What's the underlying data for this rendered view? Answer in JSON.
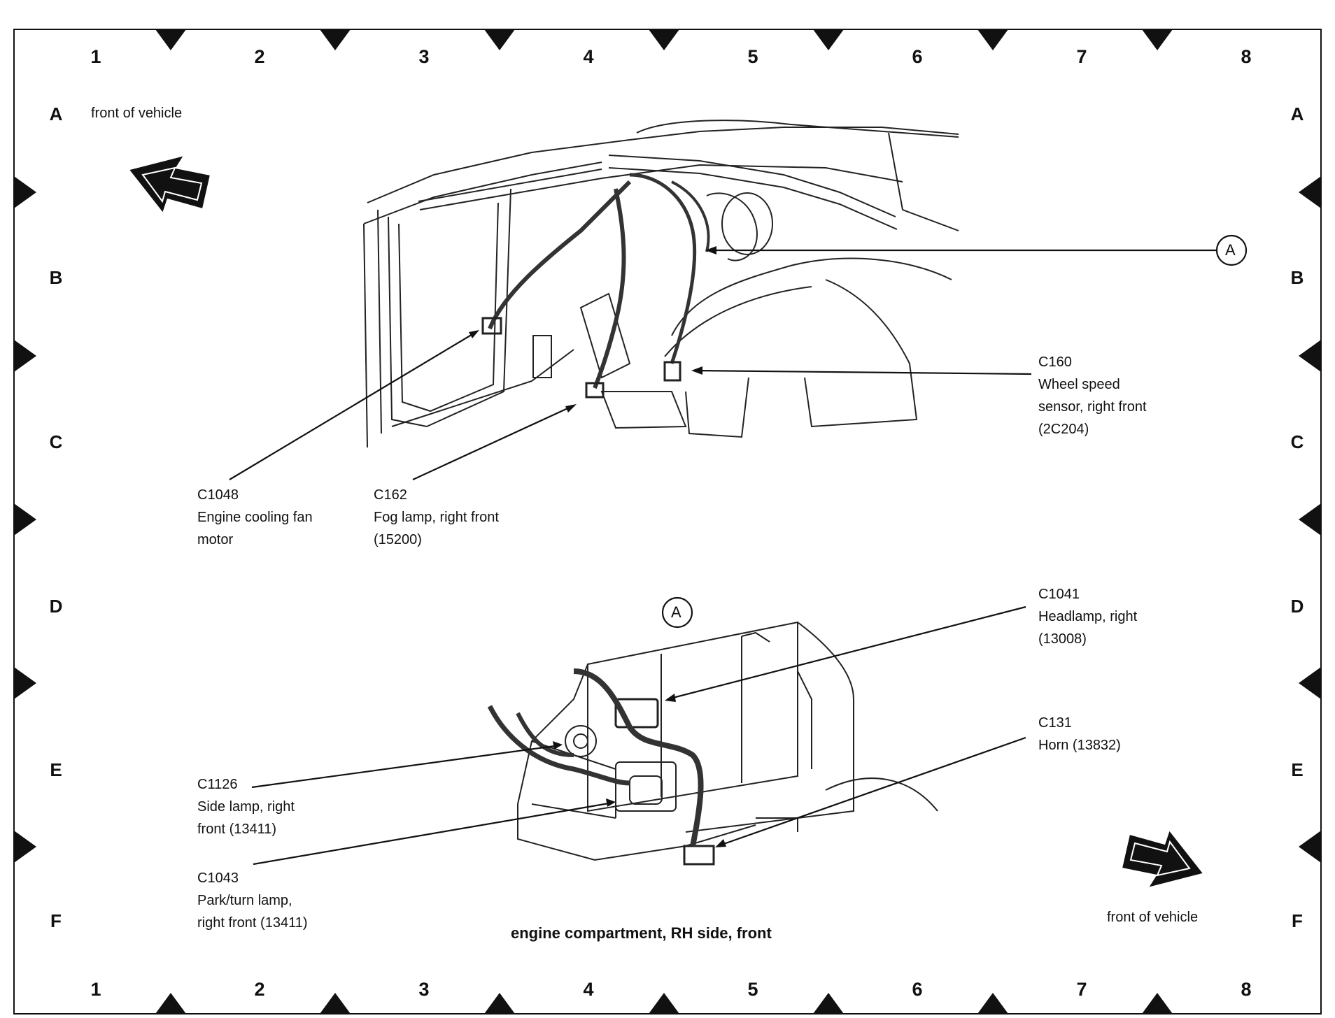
{
  "grid": {
    "columns": [
      "1",
      "2",
      "3",
      "4",
      "5",
      "6",
      "7",
      "8"
    ],
    "rows": [
      "A",
      "B",
      "C",
      "D",
      "E",
      "F"
    ]
  },
  "direction_labels": {
    "top_left": "front of vehicle",
    "bottom_right": "front of vehicle"
  },
  "callout_letter": "A",
  "connectors": {
    "c1048": {
      "lines": [
        "C1048",
        "Engine cooling fan",
        "motor"
      ]
    },
    "c162": {
      "lines": [
        "C162",
        "Fog lamp, right front",
        "(15200)"
      ]
    },
    "c160": {
      "lines": [
        "C160",
        "Wheel speed",
        "sensor, right front",
        "(2C204)"
      ]
    },
    "c1041": {
      "lines": [
        "C1041",
        "Headlamp, right",
        "(13008)"
      ]
    },
    "c131": {
      "lines": [
        "C131",
        "Horn (13832)"
      ]
    },
    "c1126": {
      "lines": [
        "C1126",
        "Side lamp, right",
        "front (13411)"
      ]
    },
    "c1043": {
      "lines": [
        "C1043",
        "Park/turn lamp,",
        "right front (13411)"
      ]
    }
  },
  "caption": "engine compartment, RH side, front"
}
